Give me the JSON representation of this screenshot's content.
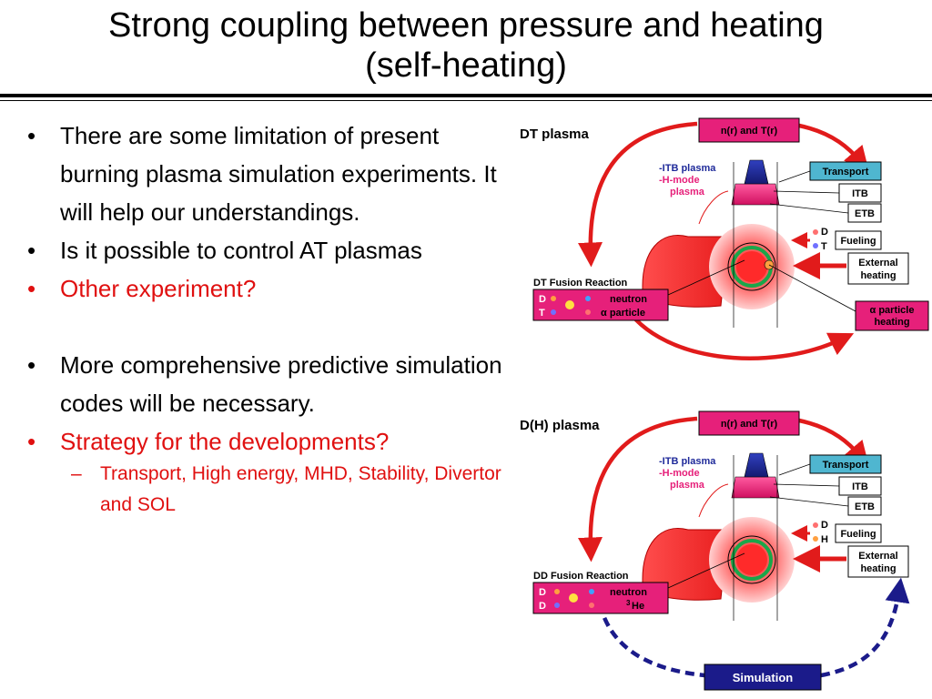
{
  "slide": {
    "title_line1": "Strong coupling between pressure and heating",
    "title_line2": "(self-heating)"
  },
  "bullets": [
    {
      "text": "There are some limitation of present burning plasma simulation experiments. It will help our understandings.",
      "color": "#000000"
    },
    {
      "text": "Is it possible to control AT plasmas",
      "color": "#000000"
    },
    {
      "text": "Other experiment?",
      "color": "#e01010"
    },
    {
      "text": "More comprehensive predictive simulation codes will be necessary.",
      "color": "#000000"
    },
    {
      "text": "Strategy for the developments?",
      "color": "#e01010"
    }
  ],
  "sub_bullets": [
    {
      "text": "Transport, High energy, MHD, Stability, Divertor and SOL",
      "color": "#e01010"
    }
  ],
  "bullet_glyph": "•",
  "sub_bullet_glyph": "–",
  "colors": {
    "magenta_box": "#e6207a",
    "cyan_box": "#4fb6d0",
    "arrow_red": "#e11b1b",
    "arrow_blue": "#1b1b8a",
    "itb_blue": "#1f2a9a",
    "hmode_pink": "#e6207a"
  },
  "diagram_top": {
    "title": "DT plasma",
    "profile_box": "n(r) and T(r)",
    "itb_label_1": "-ITB plasma",
    "itb_label_2": "-H-mode",
    "itb_label_3": "plasma",
    "transport": "Transport",
    "itb": "ITB",
    "etb": "ETB",
    "fuel_d": "D",
    "fuel_t": "T",
    "fueling": "Fueling",
    "external_1": "External",
    "external_2": "heating",
    "alpha_1": "α particle",
    "alpha_2": "heating",
    "fusion_title": "DT Fusion Reaction",
    "reactant_1": "D",
    "reactant_2": "T",
    "product_1": "neutron",
    "product_2": "α particle"
  },
  "diagram_bottom": {
    "title": "D(H) plasma",
    "profile_box": "n(r) and T(r)",
    "itb_label_1": "-ITB plasma",
    "itb_label_2": "-H-mode",
    "itb_label_3": "plasma",
    "transport": "Transport",
    "itb": "ITB",
    "etb": "ETB",
    "fuel_d": "D",
    "fuel_h": "H",
    "fueling": "Fueling",
    "external_1": "External",
    "external_2": "heating",
    "fusion_title": "DD Fusion Reaction",
    "reactant_1": "D",
    "reactant_2": "D",
    "product_1": "neutron",
    "product_2_sup": "3",
    "product_2": "He",
    "simulation": "Simulation"
  }
}
